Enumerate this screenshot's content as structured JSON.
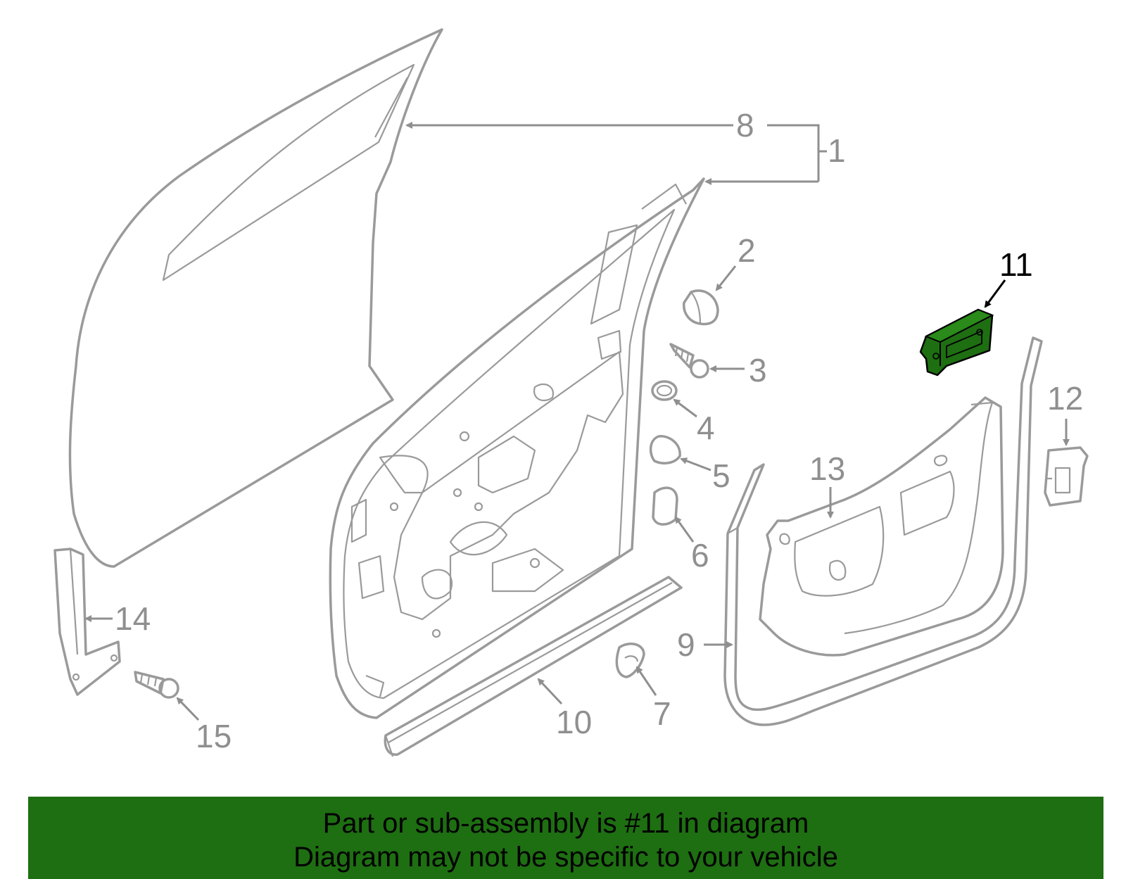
{
  "callouts": {
    "c1": "1",
    "c2": "2",
    "c3": "3",
    "c4": "4",
    "c5": "5",
    "c6": "6",
    "c7": "7",
    "c8": "8",
    "c9": "9",
    "c10": "10",
    "c11": "11",
    "c12": "12",
    "c13": "13",
    "c14": "14",
    "c15": "15"
  },
  "highlighted_part": "11",
  "colors": {
    "highlight": "#1e6e12",
    "banner_background": "#1e6e12",
    "line_art": "#9a9a9a",
    "highlight_text": "#000000"
  },
  "banner": {
    "line1": "Part or sub-assembly is #11 in diagram",
    "line2": "Diagram may not be specific to your vehicle"
  }
}
